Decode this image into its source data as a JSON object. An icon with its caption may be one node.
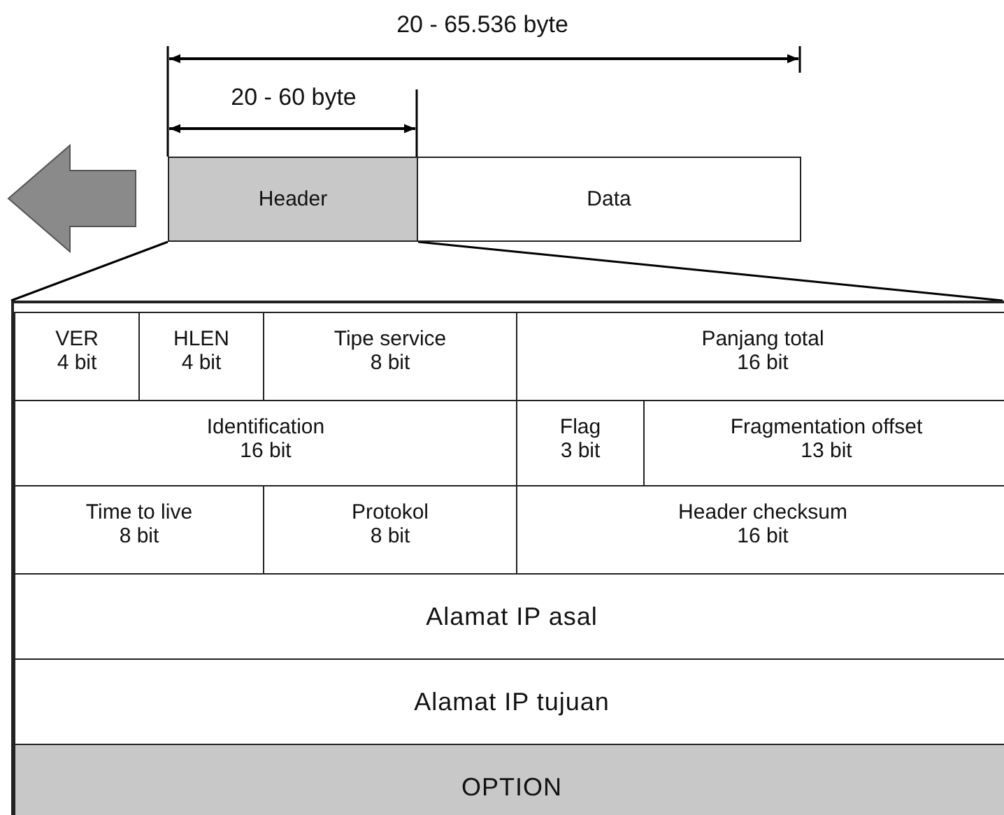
{
  "diagram": {
    "nodes": [
      {
        "text": [
          "Header"
        ]
      },
      {
        "text": [
          "Data"
        ]
      },
      {
        "text": [],
        "shape": "box"
      },
      {
        "text": [
          "VER",
          "4 bit"
        ],
        "in": 2
      },
      {
        "text": [
          "HLEN",
          "4 bit"
        ],
        "in": 2
      },
      {
        "text": [
          "Tipe service",
          "8 bit"
        ],
        "in": 2
      },
      {
        "text": [
          "Panjang total",
          "16 bit"
        ],
        "in": 2
      },
      {
        "text": [
          "Identification",
          "16 bit"
        ],
        "in": 2
      },
      {
        "text": [
          "Flag",
          "3 bit"
        ],
        "in": 2
      },
      {
        "text": [
          "Fragmentation offset",
          "13 bit"
        ],
        "in": 2
      },
      {
        "text": [
          "Time to live",
          "8 bit"
        ],
        "in": 2
      },
      {
        "text": [
          "Protokol",
          "8 bit"
        ],
        "in": 2
      },
      {
        "text": [
          "Header checksum",
          "16 bit"
        ],
        "in": 2
      },
      {
        "text": [
          "Alamat IP asal"
        ],
        "in": 2
      },
      {
        "text": [
          "Alamat IP tujuan"
        ],
        "in": 2
      },
      {
        "text": [
          "OPTION"
        ],
        "in": 2
      }
    ],
    "edges": [
      {
        "from": 0,
        "to": 2,
        "arrow": "none"
      }
    ],
    "labels": [
      "20 - 65.536 byte",
      "20 - 60 byte"
    ]
  }
}
